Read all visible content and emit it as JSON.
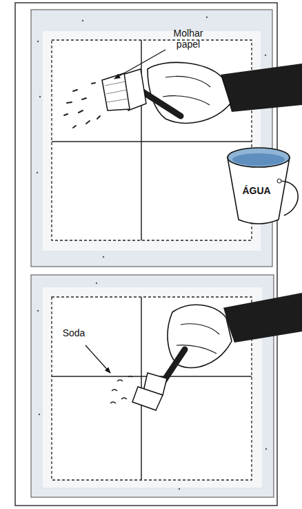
{
  "diagram": {
    "labels": [
      "Molhar papel",
      "ÁGUA",
      "Soda"
    ]
  }
}
